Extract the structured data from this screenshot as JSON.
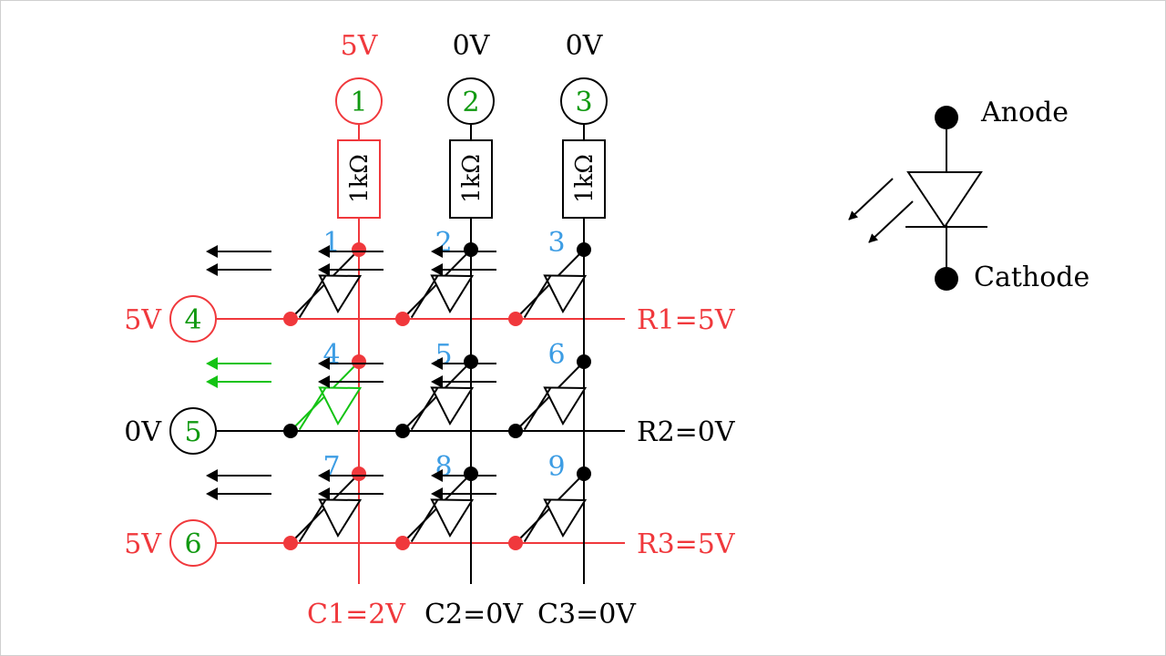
{
  "colors": {
    "active": "#f0383c",
    "inactive": "#000000",
    "pin_number": "#119911",
    "led_number": "#3d9de4",
    "lit_led": "#14c314",
    "background": "#ffffff"
  },
  "columns": [
    {
      "pin": "1",
      "voltage": "5V",
      "resistor": "1kΩ",
      "bottom_label": "C1=2V",
      "active": true
    },
    {
      "pin": "2",
      "voltage": "0V",
      "resistor": "1kΩ",
      "bottom_label": "C2=0V",
      "active": false
    },
    {
      "pin": "3",
      "voltage": "0V",
      "resistor": "1kΩ",
      "bottom_label": "C3=0V",
      "active": false
    }
  ],
  "rows": [
    {
      "pin": "4",
      "voltage": "5V",
      "right_label": "R1=5V",
      "active": true
    },
    {
      "pin": "5",
      "voltage": "0V",
      "right_label": "R2=0V",
      "active": false
    },
    {
      "pin": "6",
      "voltage": "5V",
      "right_label": "R3=5V",
      "active": true
    }
  ],
  "leds": [
    "1",
    "2",
    "3",
    "4",
    "5",
    "6",
    "7",
    "8",
    "9"
  ],
  "lit_led": "4",
  "legend": {
    "anode_label": "Anode",
    "cathode_label": "Cathode"
  }
}
